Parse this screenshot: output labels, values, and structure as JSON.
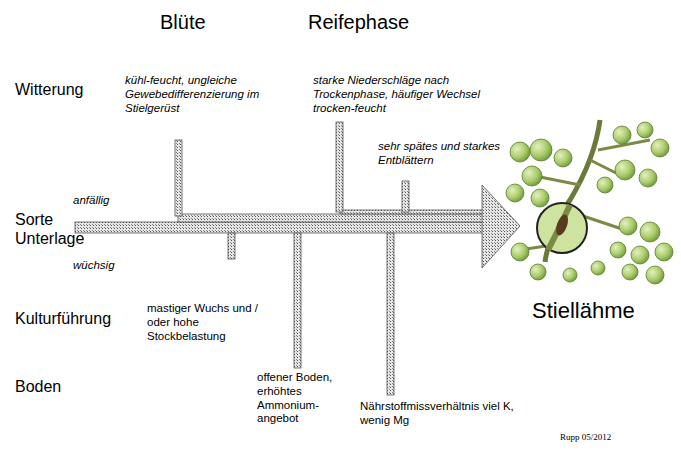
{
  "diagram": {
    "labels": [
      "Blüte",
      "Reifephase",
      "Witterung",
      "kühl-feucht, ungleiche Gewebedifferenzierung im Stielgerüst",
      "starke Niederschläge nach Trockenphase, häufiger Wechsel trocken-feucht",
      "sehr spätes und starkes Entblättern",
      "anfällig",
      "Sorte",
      "Unterlage",
      "wüchsig",
      "Kulturführung",
      "mastiger Wuchs und / oder hohe Stockbelastung",
      "Stiellähme",
      "Boden",
      "offener Boden, erhöhtes Ammonium- angebot",
      "Nährstoffmissverhältnis viel K, wenig Mg",
      "Rupp 05/2012"
    ]
  }
}
